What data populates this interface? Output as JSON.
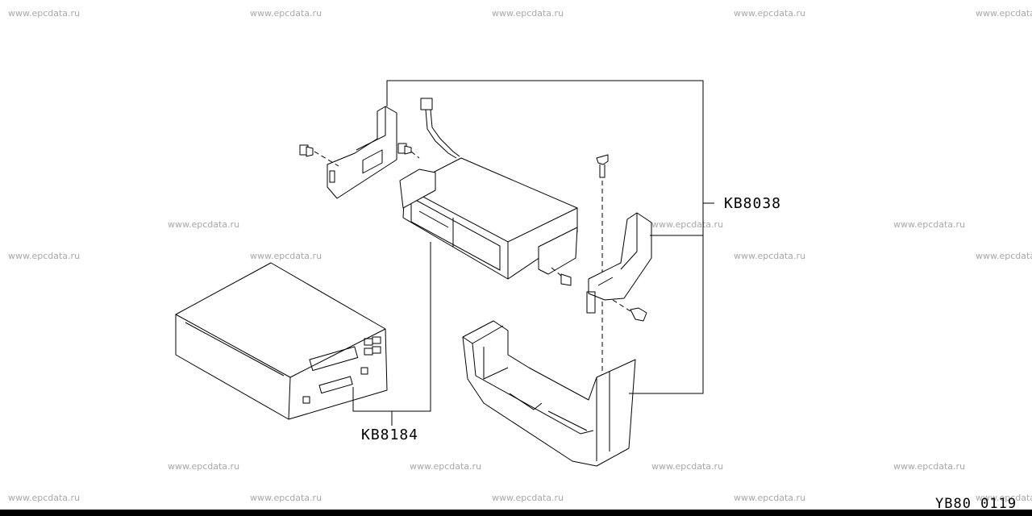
{
  "watermark": "www.epcdata.ru",
  "callouts": {
    "kb8038": "KB8038",
    "kb8184": "KB8184"
  },
  "diagram_code": "YB80 0119",
  "colors": {
    "line": "#000000",
    "watermark": "#a8a8a8",
    "background": "#ffffff"
  }
}
